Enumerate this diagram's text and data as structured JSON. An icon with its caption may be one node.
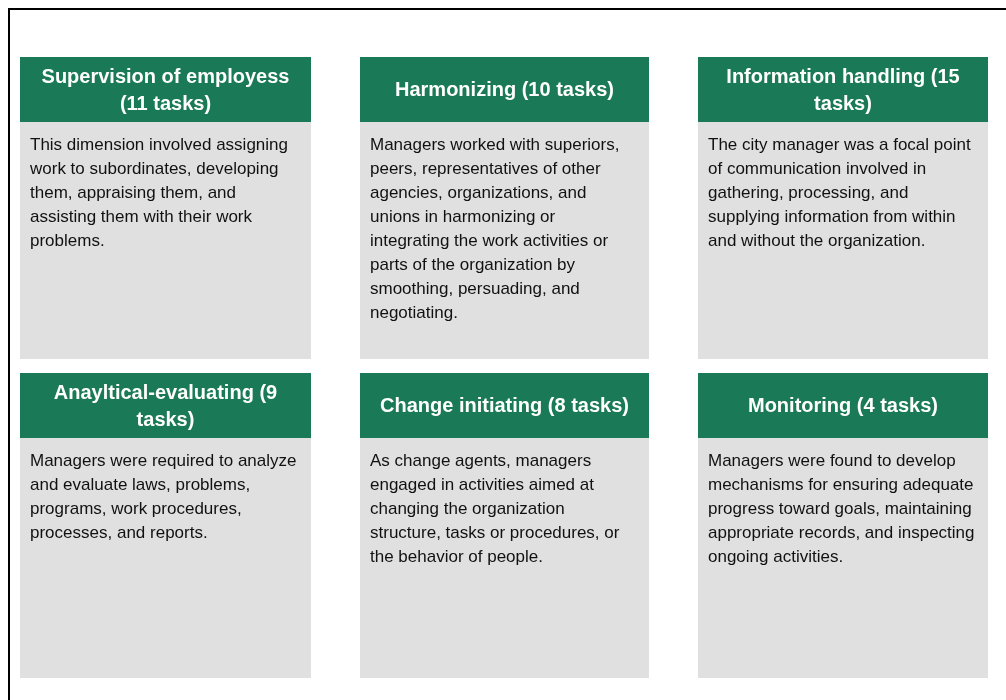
{
  "diagram": {
    "nodes": [
      {
        "text": [
          "Supervision of employess (11 tasks)",
          "This dimension involved assigning work to subordinates, developing them, appraising them, and assisting them with their work problems."
        ]
      },
      {
        "text": [
          "Harmonizing (10 tasks)",
          "Managers worked with superiors, peers, representatives of other agencies, organizations, and unions in harmonizing or integrating the work activities or parts of the organization by smoothing, persuading, and negotiating."
        ]
      },
      {
        "text": [
          "Information handling (15 tasks)",
          "The city manager was a focal point of communication involved in gathering, processing, and supplying information from within and without the organization."
        ]
      },
      {
        "text": [
          "Anayltical-evaluating (9 tasks)",
          "Managers were required to analyze and evaluate laws, problems, programs, work procedures, processes, and reports."
        ]
      },
      {
        "text": [
          "Change initiating (8 tasks)",
          "As change agents, managers engaged in activities aimed at changing the organization structure, tasks or procedures, or the behavior of people."
        ]
      },
      {
        "text": [
          "Monitoring (4 tasks)",
          "Managers were found to develop mechanisms for ensuring adequate progress toward goals, maintaining appropriate records, and inspecting ongoing activities."
        ]
      }
    ]
  }
}
